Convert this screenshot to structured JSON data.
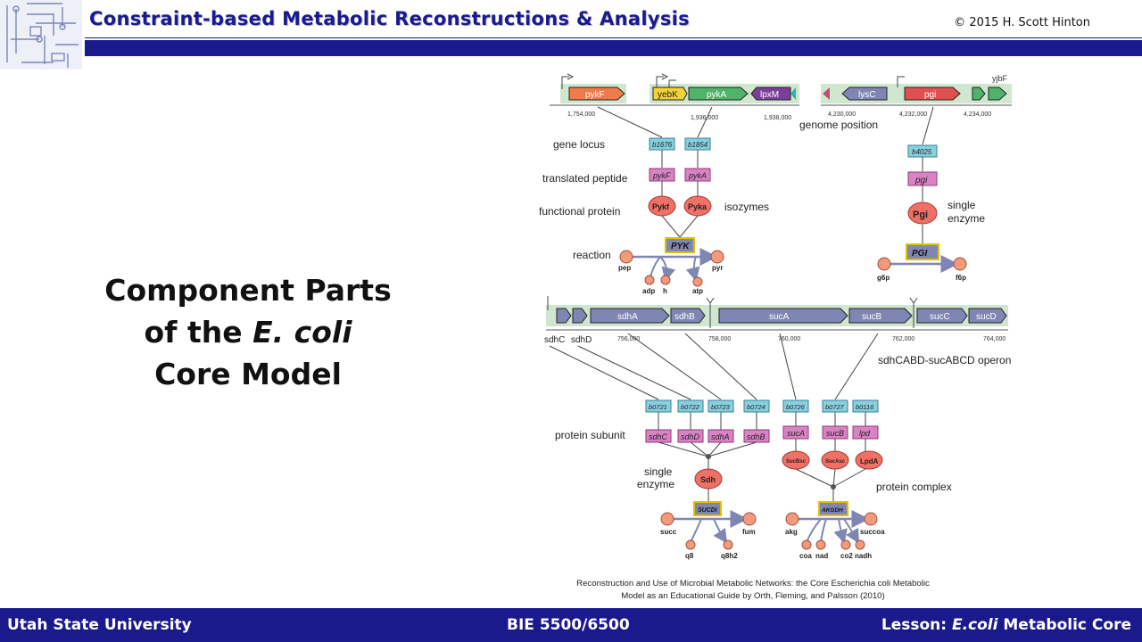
{
  "header": {
    "title": "Constraint-based Metabolic Reconstructions & Analysis",
    "copyright": "© 2015 H. Scott Hinton"
  },
  "slide": {
    "title_line1": "Component Parts",
    "title_line2_prefix": "of the ",
    "title_line2_italic": "E. coli",
    "title_line3": "Core Model"
  },
  "figure": {
    "top_left": {
      "genes": [
        "pykF",
        "yebK",
        "pykA",
        "lpxM"
      ],
      "positions": [
        "1,754,000",
        "1,936,000",
        "1,938,000"
      ],
      "loci": [
        "b1676",
        "b1854"
      ],
      "peptides": [
        "pykF",
        "pykA"
      ],
      "proteins": [
        "Pykf",
        "Pyka"
      ],
      "reaction": "PYK",
      "row_labels": [
        "gene locus",
        "translated peptide",
        "functional protein",
        "reaction"
      ],
      "isozymes_label": "isozymes",
      "metabolites": [
        "pep",
        "pyr",
        "adp",
        "h",
        "atp"
      ]
    },
    "top_right": {
      "genes": [
        "lysC",
        "pgi",
        "yjbF"
      ],
      "positions": [
        "4,230,000",
        "4,232,000",
        "4,234,000"
      ],
      "genome_position_label": "genome position",
      "locus": "b4025",
      "peptide": "pgi",
      "protein": "Pgi",
      "reaction": "PGI",
      "single_enzyme_label": [
        "single",
        "enzyme"
      ],
      "metabolites": [
        "g6p",
        "f6p"
      ]
    },
    "operon": {
      "genes": [
        "sdhA",
        "sdhB",
        "sucA",
        "sucB",
        "sucC",
        "sucD"
      ],
      "left_labels": [
        "sdhC",
        "sdhD"
      ],
      "positions": [
        "756,000",
        "758,000",
        "760,000",
        "762,000",
        "764,000"
      ],
      "operon_label": "sdhCABD-sucABCD operon"
    },
    "bottom": {
      "loci": [
        "b0721",
        "b0722",
        "b0723",
        "b0724",
        "b0726",
        "b0727",
        "b0116"
      ],
      "subunits": [
        "sdhC",
        "sdhD",
        "sdhA",
        "sdhB",
        "sucA",
        "sucB",
        "lpd"
      ],
      "protein_subunit_label": "protein subunit",
      "single_enzyme_label": [
        "single",
        "enzyme"
      ],
      "sdh_enzyme": "Sdh",
      "complex_proteins": [
        "SucBsc",
        "SucAsc",
        "LpdA"
      ],
      "protein_complex_label": "protein complex",
      "reaction_left": "SUCDi",
      "reaction_right": "AKGDH",
      "left_metabolites": [
        "succ",
        "fum",
        "q8",
        "q8h2"
      ],
      "right_metabolites": [
        "akg",
        "succoa",
        "coa",
        "nad",
        "co2",
        "nadh"
      ]
    }
  },
  "caption": {
    "line1": "Reconstruction and Use of Microbial Metabolic Networks: the Core Escherichia coli Metabolic",
    "line2": "Model as an Educational Guide by Orth, Fleming, and Palsson (2010)"
  },
  "footer": {
    "left": "Utah State University",
    "middle": "BIE 5500/6500",
    "right_prefix": "Lesson: ",
    "right_italic": "E.coli",
    "right_suffix": " Metabolic Core"
  }
}
